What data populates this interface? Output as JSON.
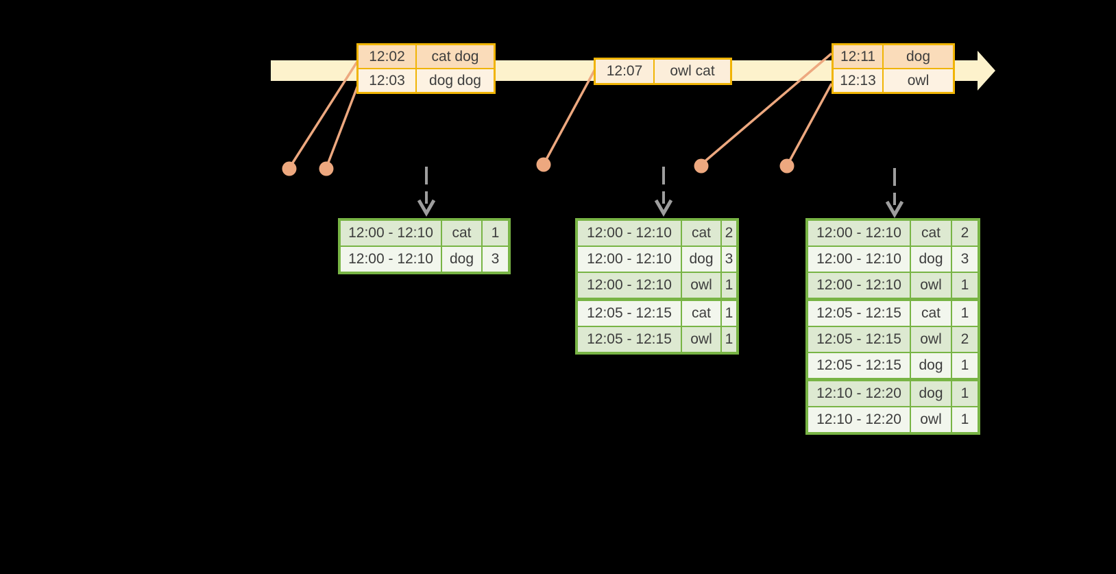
{
  "colors": {
    "background": "#000000",
    "timeline_fill": "#fdf2cc",
    "orange_border": "#f0b405",
    "orange_row_peach": "#fadcba",
    "orange_row_cream": "#fdf2e2",
    "orange_row_mid": "#fceeda",
    "salmon": "#eda87f",
    "green_border": "#78b445",
    "green_row_tint": "#dde9d1",
    "green_row_light": "#f2f6ed",
    "arrow_gray": "#9e9e9e",
    "text": "#3d3d3d"
  },
  "input_batches": [
    {
      "rows": [
        {
          "time": "12:02",
          "words": "cat dog"
        },
        {
          "time": "12:03",
          "words": "dog dog"
        }
      ]
    },
    {
      "rows": [
        {
          "time": "12:07",
          "words": "owl cat"
        }
      ]
    },
    {
      "rows": [
        {
          "time": "12:11",
          "words": "dog"
        },
        {
          "time": "12:13",
          "words": "owl"
        }
      ]
    }
  ],
  "result_tables": [
    {
      "rows": [
        {
          "window": "12:00 - 12:10",
          "word": "cat",
          "count": "1"
        },
        {
          "window": "12:00 - 12:10",
          "word": "dog",
          "count": "3"
        }
      ]
    },
    {
      "rows": [
        {
          "window": "12:00 - 12:10",
          "word": "cat",
          "count": "2"
        },
        {
          "window": "12:00 - 12:10",
          "word": "dog",
          "count": "3"
        },
        {
          "window": "12:00 - 12:10",
          "word": "owl",
          "count": "1"
        },
        {
          "window": "12:05 - 12:15",
          "word": "cat",
          "count": "1"
        },
        {
          "window": "12:05 - 12:15",
          "word": "owl",
          "count": "1"
        }
      ]
    },
    {
      "rows": [
        {
          "window": "12:00 - 12:10",
          "word": "cat",
          "count": "2"
        },
        {
          "window": "12:00 - 12:10",
          "word": "dog",
          "count": "3"
        },
        {
          "window": "12:00 - 12:10",
          "word": "owl",
          "count": "1"
        },
        {
          "window": "12:05 - 12:15",
          "word": "cat",
          "count": "1"
        },
        {
          "window": "12:05 - 12:15",
          "word": "owl",
          "count": "2"
        },
        {
          "window": "12:05 - 12:15",
          "word": "dog",
          "count": "1"
        },
        {
          "window": "12:10 - 12:20",
          "word": "dog",
          "count": "1"
        },
        {
          "window": "12:10 - 12:20",
          "word": "owl",
          "count": "1"
        }
      ]
    }
  ]
}
